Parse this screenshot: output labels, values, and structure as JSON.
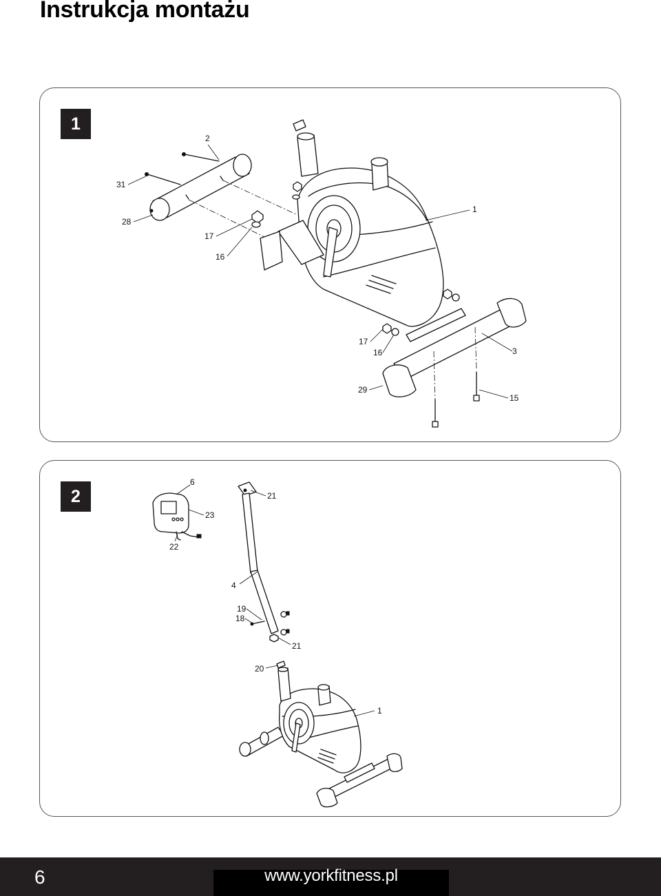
{
  "page": {
    "title": "Instrukcja montażu"
  },
  "steps": [
    {
      "number": "1",
      "labels": {
        "l2": "2",
        "l31": "31",
        "l28": "28",
        "l17a": "17",
        "l16a": "16",
        "l1": "1",
        "l17b": "17",
        "l16b": "16",
        "l3": "3",
        "l29": "29",
        "l15": "15"
      }
    },
    {
      "number": "2",
      "labels": {
        "l6": "6",
        "l23": "23",
        "l22": "22",
        "l21a": "21",
        "l4": "4",
        "l19": "19",
        "l18": "18",
        "l21b": "21",
        "l20": "20",
        "l1": "1"
      }
    }
  ],
  "footer": {
    "page_number": "6",
    "url": "www.yorkfitness.pl"
  }
}
